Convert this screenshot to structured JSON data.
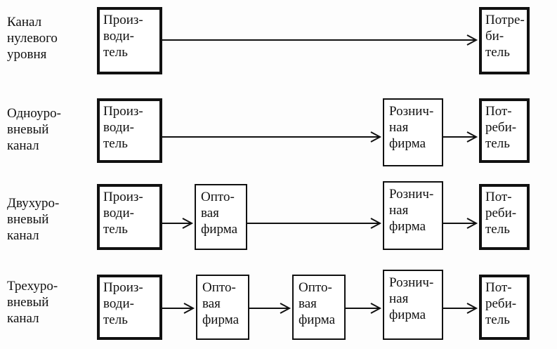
{
  "rows": [
    {
      "label": "Канал\nнулевого\nуровня",
      "boxes": [
        "Произ-\nводи-\nтель",
        "Потре-\nби-\nтель"
      ]
    },
    {
      "label": "Одноуро-\nвневый\nканал",
      "boxes": [
        "Произ-\nводи-\nтель",
        "Рознич-\nная\nфирма",
        "Пот-\nреби-\nтель"
      ]
    },
    {
      "label": "Двухуро-\nвневый\nканал",
      "boxes": [
        "Произ-\nводи-\nтель",
        "Опто-\nвая\nфирма",
        "Рознич-\nная\nфирма",
        "Пот-\nреби-\nтель"
      ]
    },
    {
      "label": "Трехуро-\nвневый\nканал",
      "boxes": [
        "Произ-\nводи-\nтель",
        "Опто-\nвая\nфирма",
        "Опто-\nвая\nфирма",
        "Рознич-\nная\nфирма",
        "Пот-\nреби-\nтель"
      ]
    }
  ]
}
